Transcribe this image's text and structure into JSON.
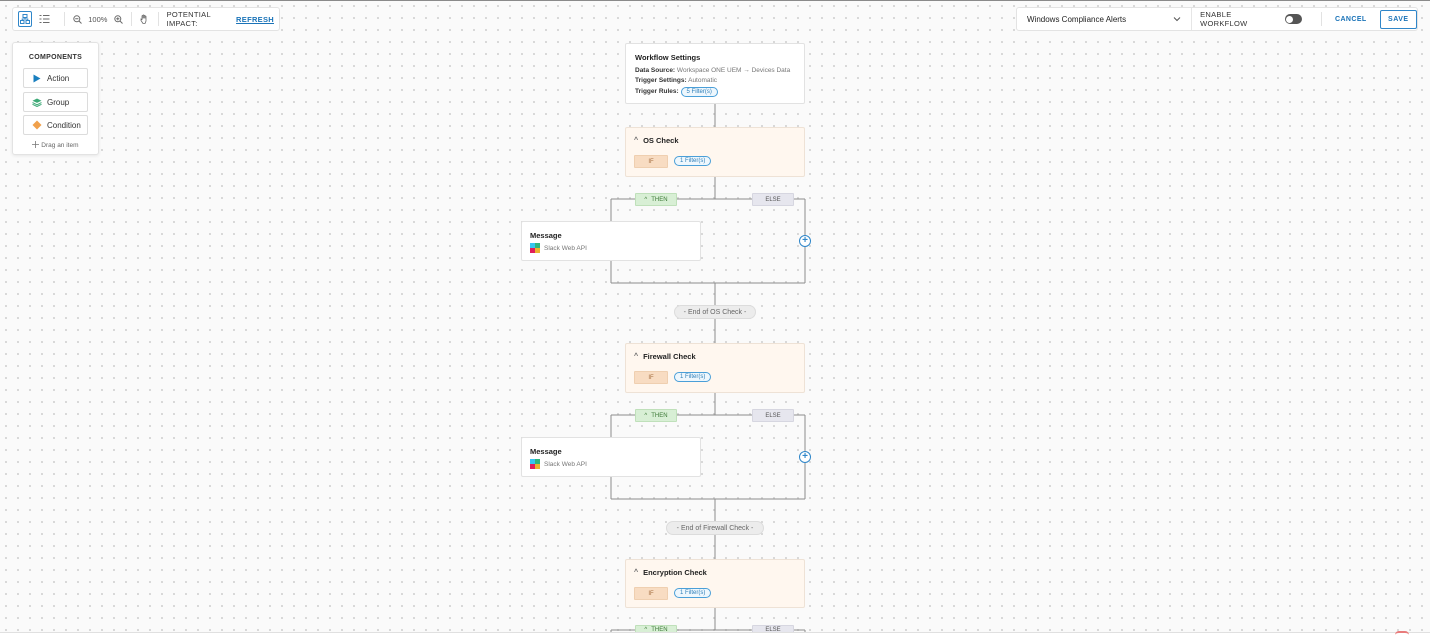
{
  "toolbar": {
    "zoom": "100%",
    "impact_label": "POTENTIAL IMPACT:",
    "refresh_label": "REFRESH"
  },
  "header": {
    "workflow_name": "Windows Compliance Alerts",
    "enable_label": "ENABLE WORKFLOW",
    "enabled": false,
    "cancel_label": "CANCEL",
    "save_label": "SAVE"
  },
  "components": {
    "title": "COMPONENTS",
    "items": [
      {
        "label": "Action",
        "icon": "play-triangle-icon",
        "color": "#1a7fbf"
      },
      {
        "label": "Group",
        "icon": "stack-layers-icon",
        "color": "#3daa77"
      },
      {
        "label": "Condition",
        "icon": "diamond-icon",
        "color": "#f0a04b"
      }
    ],
    "drag_hint": "Drag an item"
  },
  "workflow_settings": {
    "title": "Workflow Settings",
    "data_source_label": "Data Source:",
    "data_source_value": "Workspace ONE UEM → Devices Data",
    "trigger_settings_label": "Trigger Settings:",
    "trigger_settings_value": "Automatic",
    "trigger_rules_label": "Trigger Rules:",
    "trigger_rules_value": "5 Filter(s)"
  },
  "conditions": [
    {
      "title": "OS Check",
      "if_label": "IF",
      "filters": "1 Filter(s)",
      "then_label": "THEN",
      "else_label": "ELSE",
      "message_title": "Message",
      "message_sub": "Slack Web API",
      "end_label": "- End of OS Check -"
    },
    {
      "title": "Firewall Check",
      "if_label": "IF",
      "filters": "1 Filter(s)",
      "then_label": "THEN",
      "else_label": "ELSE",
      "message_title": "Message",
      "message_sub": "Slack Web API",
      "end_label": "- End of Firewall Check -"
    },
    {
      "title": "Encryption Check",
      "if_label": "IF",
      "filters": "1 Filter(s)",
      "then_label": "THEN",
      "else_label": "ELSE"
    }
  ],
  "colors": {
    "accent": "#2f86c9",
    "condition_bg": "#fff7ef",
    "then_bg": "#d8efd5",
    "else_bg": "#e6e6ee",
    "if_bg": "#f8dcc2"
  }
}
